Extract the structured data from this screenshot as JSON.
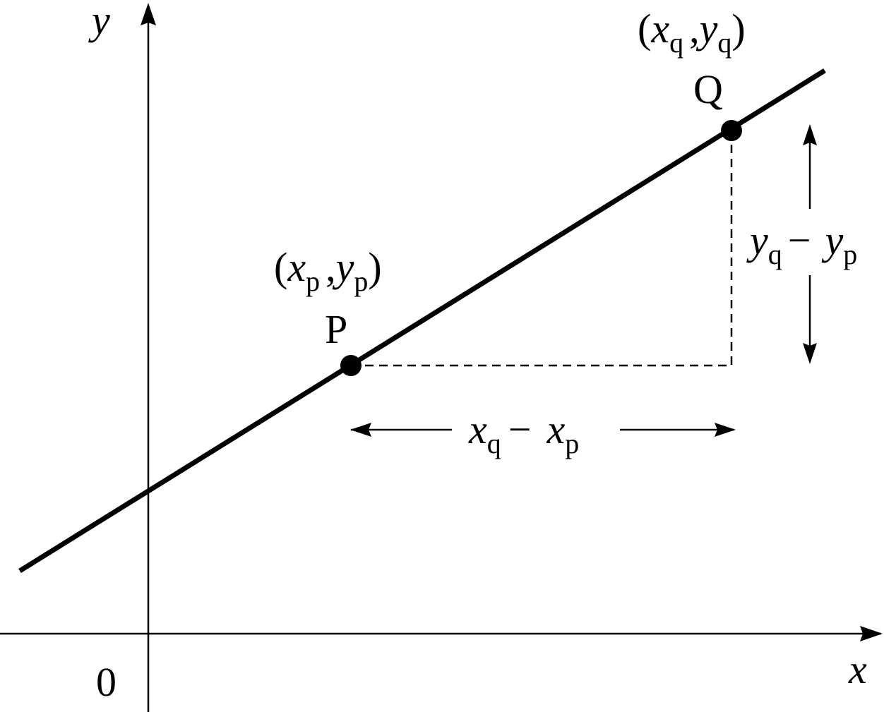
{
  "diagram": {
    "axes": {
      "x_label": "x",
      "y_label": "y",
      "origin_label": "0"
    },
    "points": {
      "p": {
        "name": "P",
        "coord_open": "(",
        "coord_x": "x",
        "coord_x_sub": "p",
        "coord_sep": ",",
        "coord_y": "y",
        "coord_y_sub": "p",
        "coord_close": ")"
      },
      "q": {
        "name": "Q",
        "coord_open": "(",
        "coord_x": "x",
        "coord_x_sub": "q",
        "coord_sep": ",",
        "coord_y": "y",
        "coord_y_sub": "q",
        "coord_close": ")"
      }
    },
    "run": {
      "a": "x",
      "a_sub": "q",
      "minus": "−",
      "b": "x",
      "b_sub": "p"
    },
    "rise": {
      "a": "y",
      "a_sub": "q",
      "minus": "−",
      "b": "y",
      "b_sub": "p"
    }
  }
}
